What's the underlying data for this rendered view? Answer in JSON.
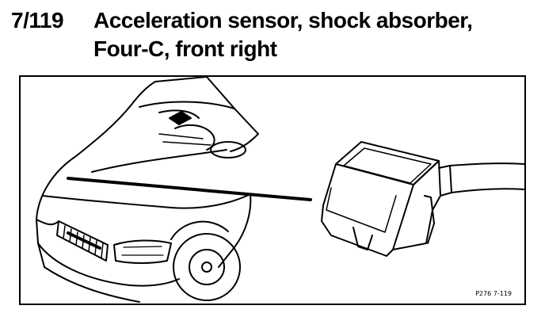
{
  "heading": {
    "ref_number": "7/119",
    "title_line1": "Acceleration sensor, shock absorber,",
    "title_line2": "Four-C, front right"
  },
  "figure": {
    "code": "P276  7-119",
    "line_color": "#000000",
    "background": "#ffffff"
  }
}
